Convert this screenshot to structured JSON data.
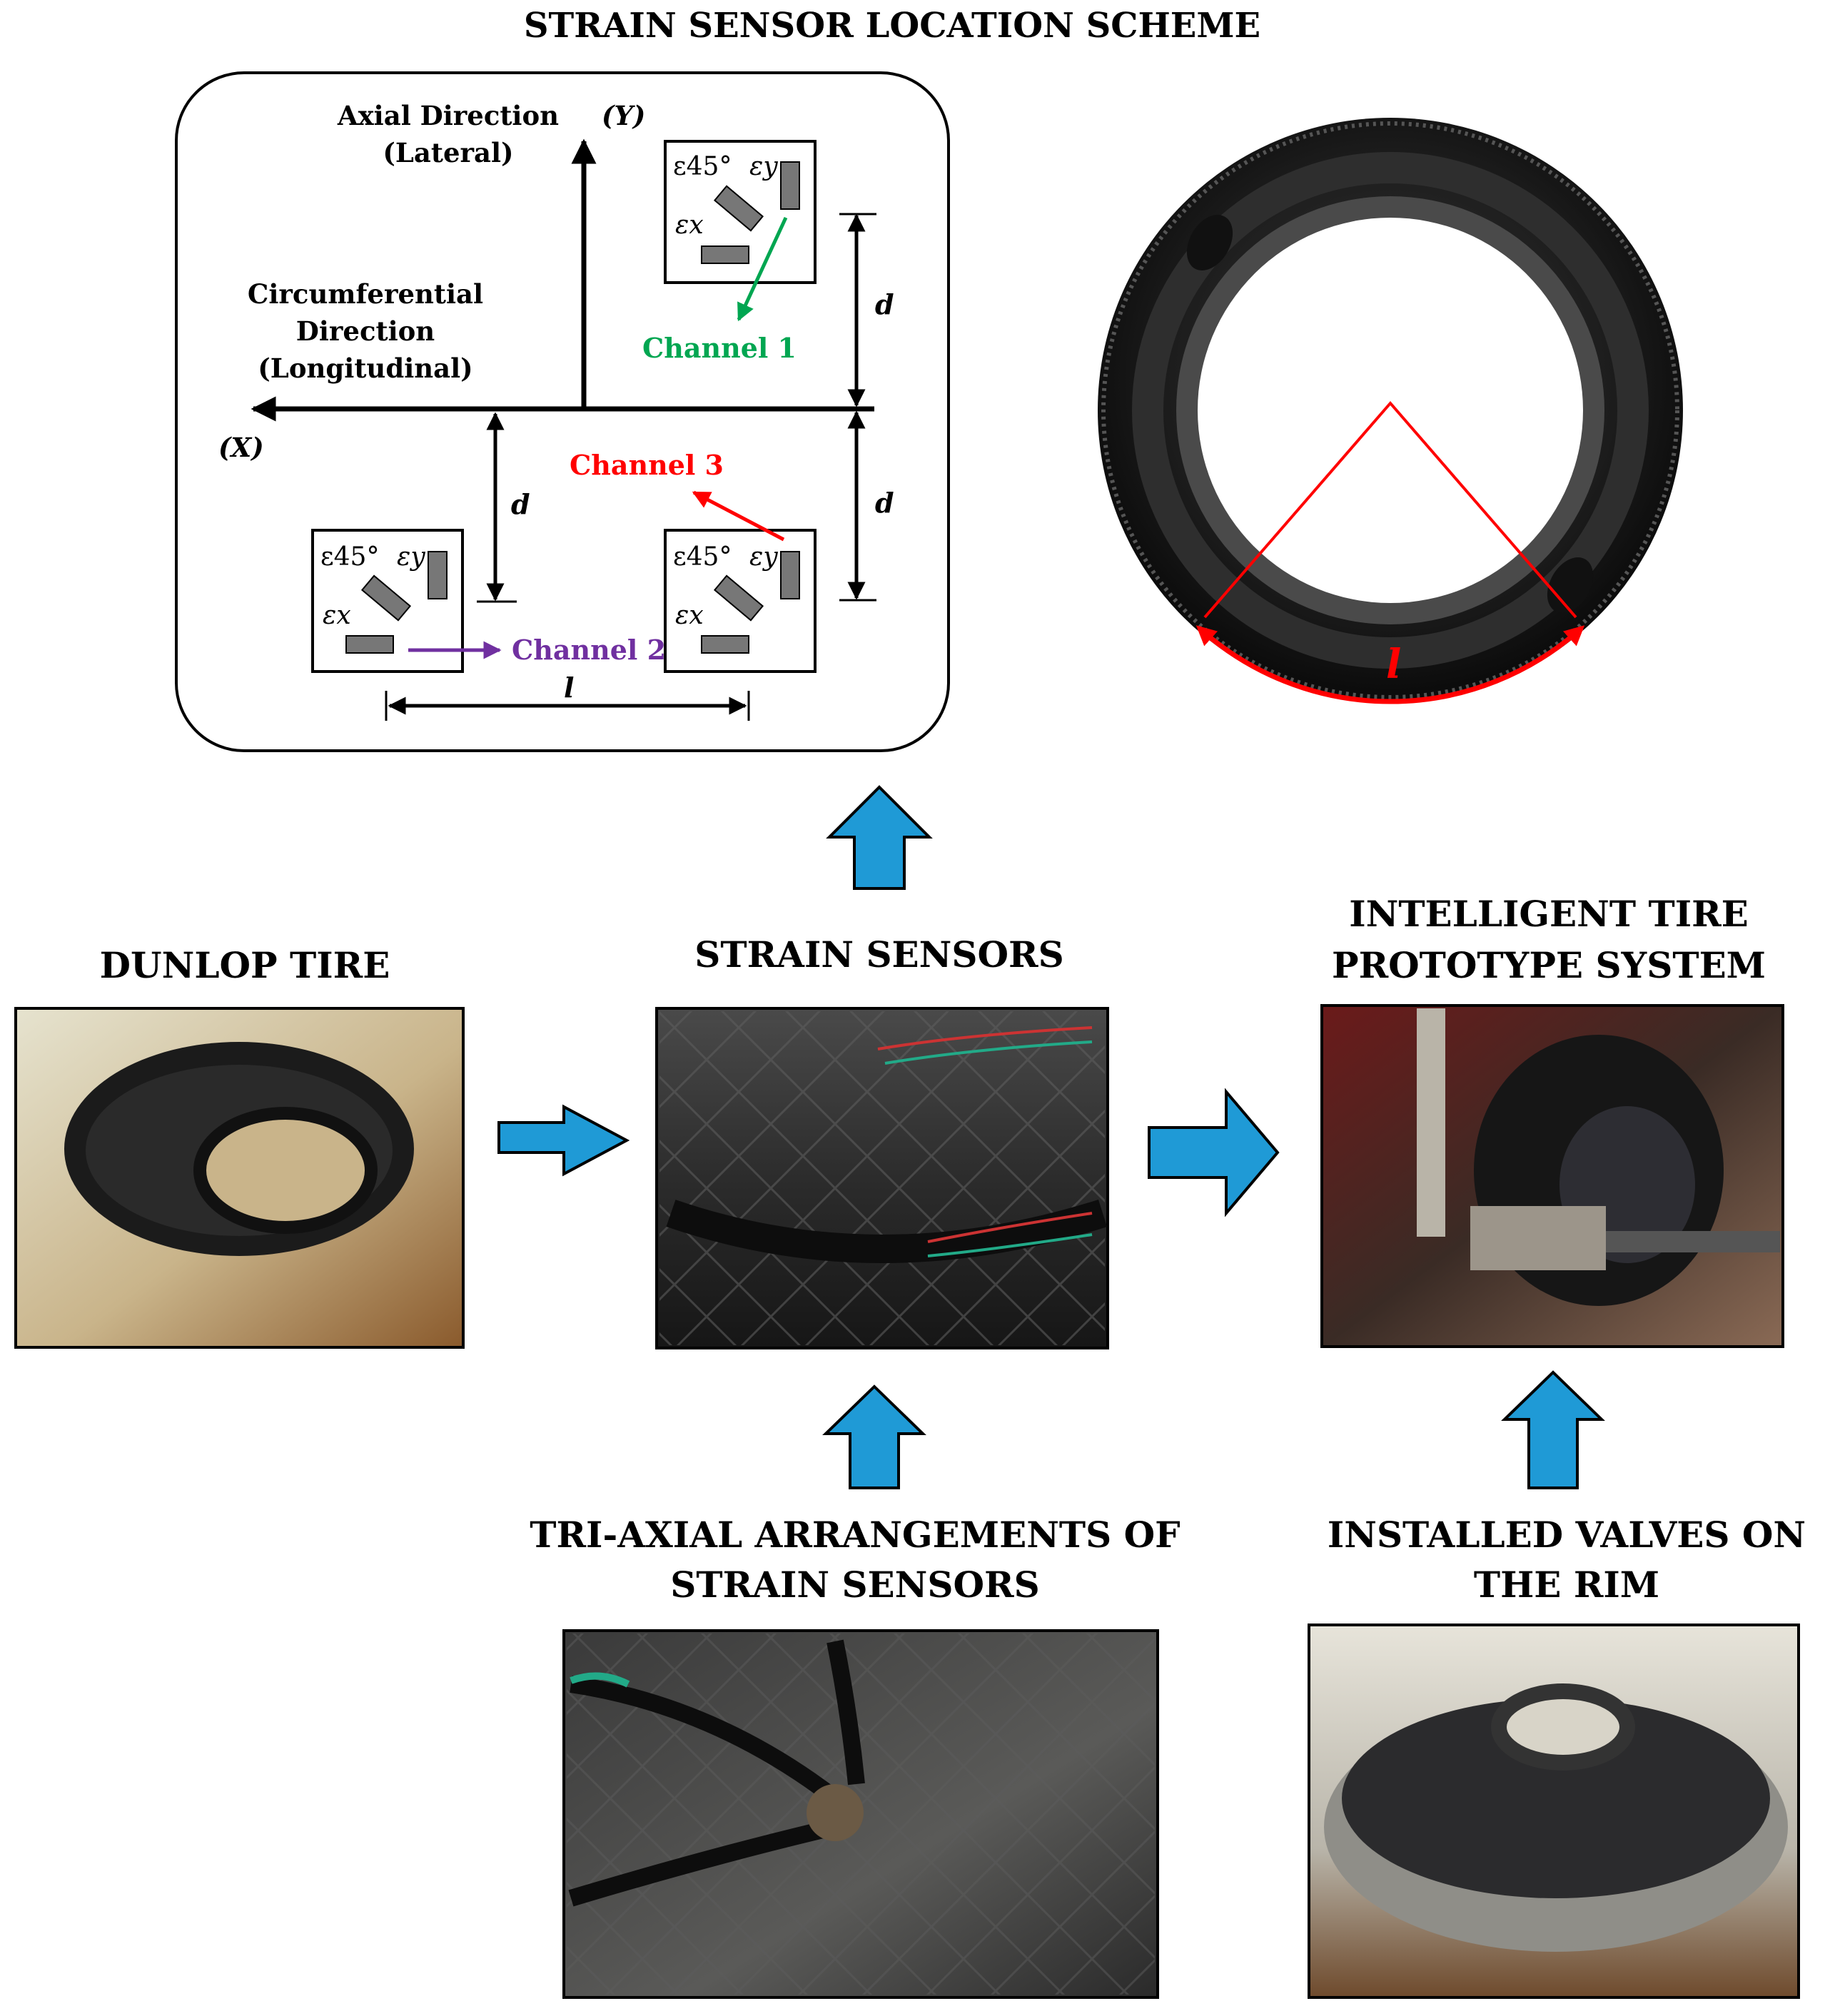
{
  "title": "STRAIN SENSOR LOCATION SCHEME",
  "scheme": {
    "axis_y_line1": "Axial Direction",
    "axis_y_line2": "(Lateral)",
    "axis_y_symbol": "(Y)",
    "axis_x_line1": "Circumferential",
    "axis_x_line2": "Direction",
    "axis_x_line3": "(Longitudinal)",
    "axis_x_symbol": "(X)",
    "gauge_45": "ε45°",
    "gauge_y": "εy",
    "gauge_x": "εx",
    "dim_d": "d",
    "dim_l": "l",
    "channel1": "Channel 1",
    "channel2": "Channel 2",
    "channel3": "Channel 3",
    "channel1_color": "#00a651",
    "channel2_color": "#7030a0",
    "channel3_color": "#ff0000"
  },
  "tire_diagram": {
    "arc_label": "l",
    "arc_color": "#ff0000"
  },
  "arrow_color": "#1f9ad6",
  "stages": {
    "dunlop": {
      "title": "DUNLOP TIRE"
    },
    "strain_sensors": {
      "title": "STRAIN SENSORS"
    },
    "prototype": {
      "title_line1": "INTELLIGENT TIRE",
      "title_line2": "PROTOTYPE SYSTEM"
    },
    "triaxial": {
      "title_line1": "TRI-AXIAL ARRANGEMENTS OF",
      "title_line2": "STRAIN SENSORS"
    },
    "valves": {
      "title_line1": "INSTALLED VALVES ON",
      "title_line2": "THE RIM"
    }
  }
}
